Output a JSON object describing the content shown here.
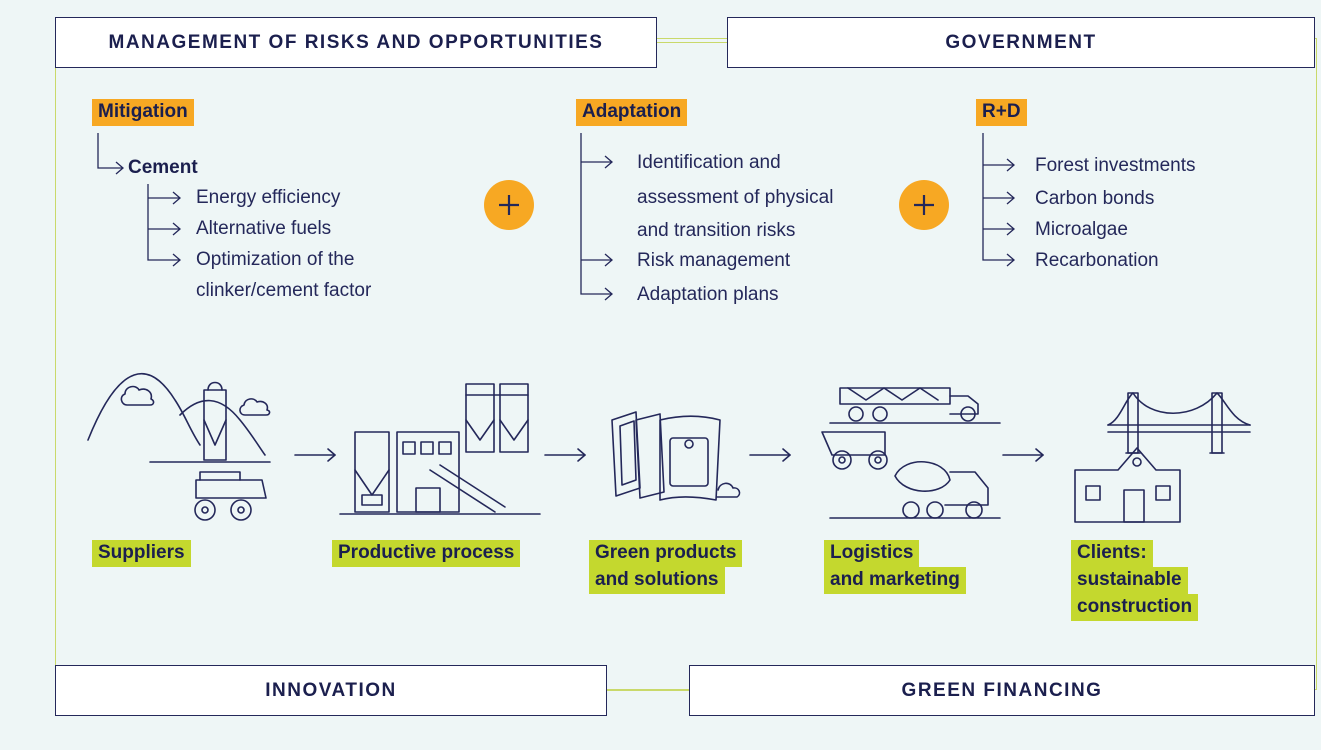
{
  "headers": {
    "management": "MANAGEMENT OF RISKS AND OPPORTUNITIES",
    "government": "GOVERNMENT",
    "innovation": "INNOVATION",
    "green_financing": "GREEN FINANCING"
  },
  "mitigation": {
    "label": "Mitigation",
    "sub": "Cement",
    "items": [
      "Energy efficiency",
      "Alternative fuels",
      "Optimization of the",
      "clinker/cement factor"
    ]
  },
  "adaptation": {
    "label": "Adaptation",
    "items": [
      "Identification and",
      "assessment of physical",
      "and transition risks",
      "Risk management",
      "Adaptation plans"
    ]
  },
  "rd": {
    "label": "R+D",
    "items": [
      "Forest investments",
      "Carbon bonds",
      "Microalgae",
      "Recarbonation"
    ]
  },
  "chain": {
    "suppliers": "Suppliers",
    "productive": "Productive process",
    "green_products": [
      "Green products",
      "and solutions"
    ],
    "logistics": [
      "Logistics",
      "and marketing"
    ],
    "clients": [
      "Clients:",
      "sustainable",
      "construction"
    ]
  },
  "colors": {
    "navy": "#24285a",
    "orange": "#f7a823",
    "green": "#c4d82e",
    "frame": "#c9d96a",
    "bg": "#eef6f6"
  },
  "icons": [
    "plus-icon",
    "arrow-right-icon",
    "suppliers-illustration",
    "factory-illustration",
    "cement-bags-illustration",
    "trucks-illustration",
    "bridge-house-illustration"
  ]
}
